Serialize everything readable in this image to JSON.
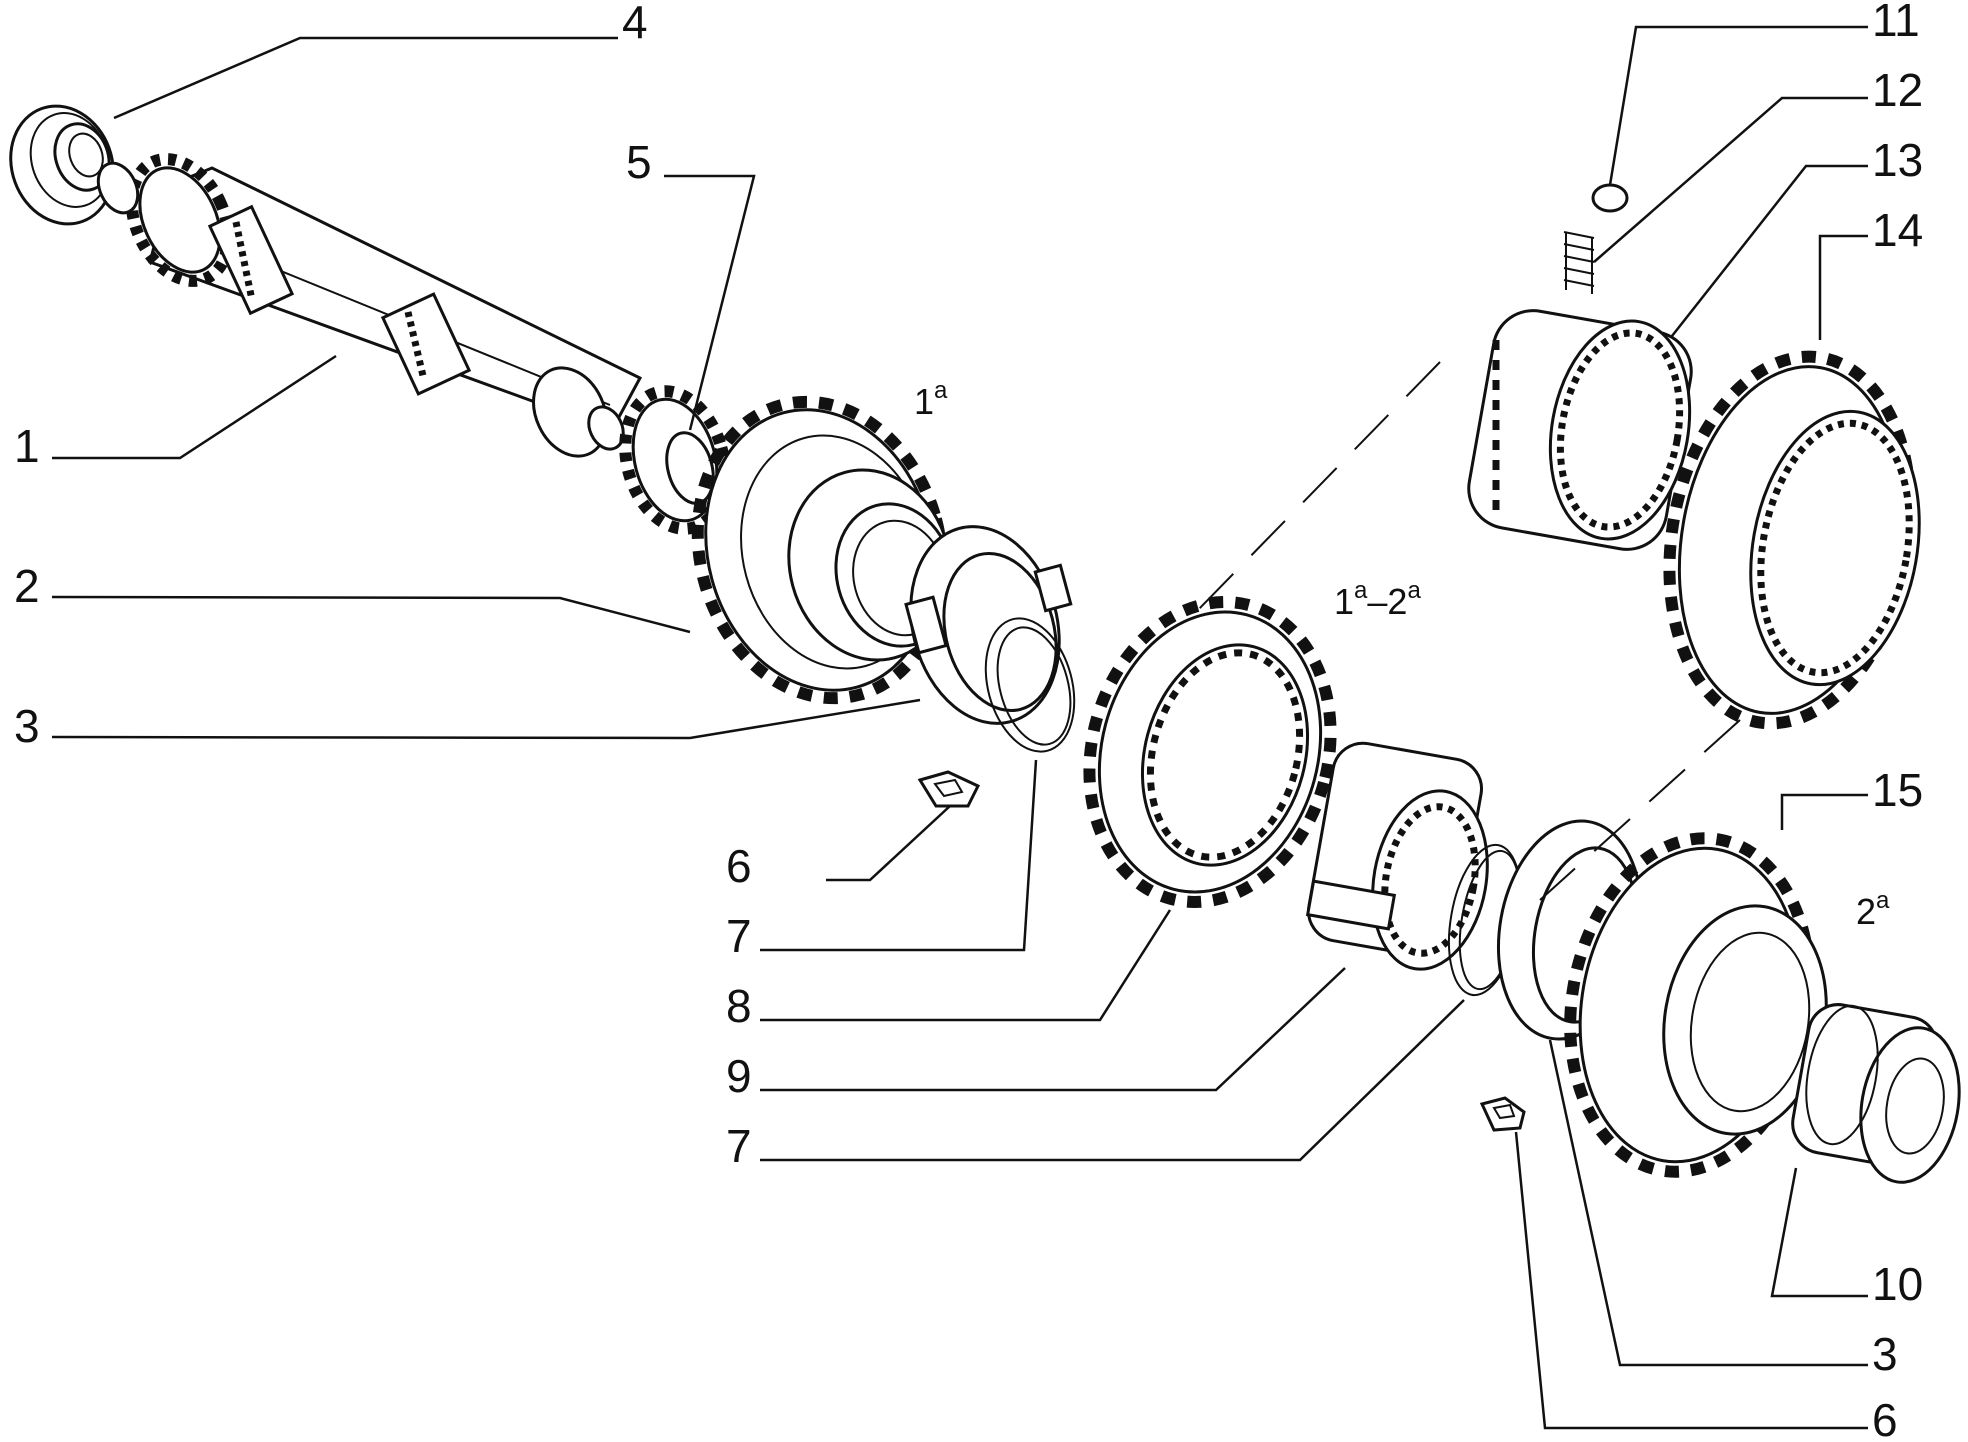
{
  "callouts": {
    "c1": "1",
    "c2": "2",
    "c3a": "3",
    "c3b": "3",
    "c4": "4",
    "c5": "5",
    "c6a": "6",
    "c6b": "6",
    "c7a": "7",
    "c7b": "7",
    "c8": "8",
    "c9": "9",
    "c10": "10",
    "c11": "11",
    "c12": "12",
    "c13": "13",
    "c14": "14",
    "c15": "15"
  },
  "gear_labels": {
    "first": {
      "base": "1",
      "sup": "a"
    },
    "sync": {
      "base1": "1",
      "sup1": "a",
      "dash": "–",
      "base2": "2",
      "sup2": "a"
    },
    "second": {
      "base": "2",
      "sup": "a"
    }
  }
}
